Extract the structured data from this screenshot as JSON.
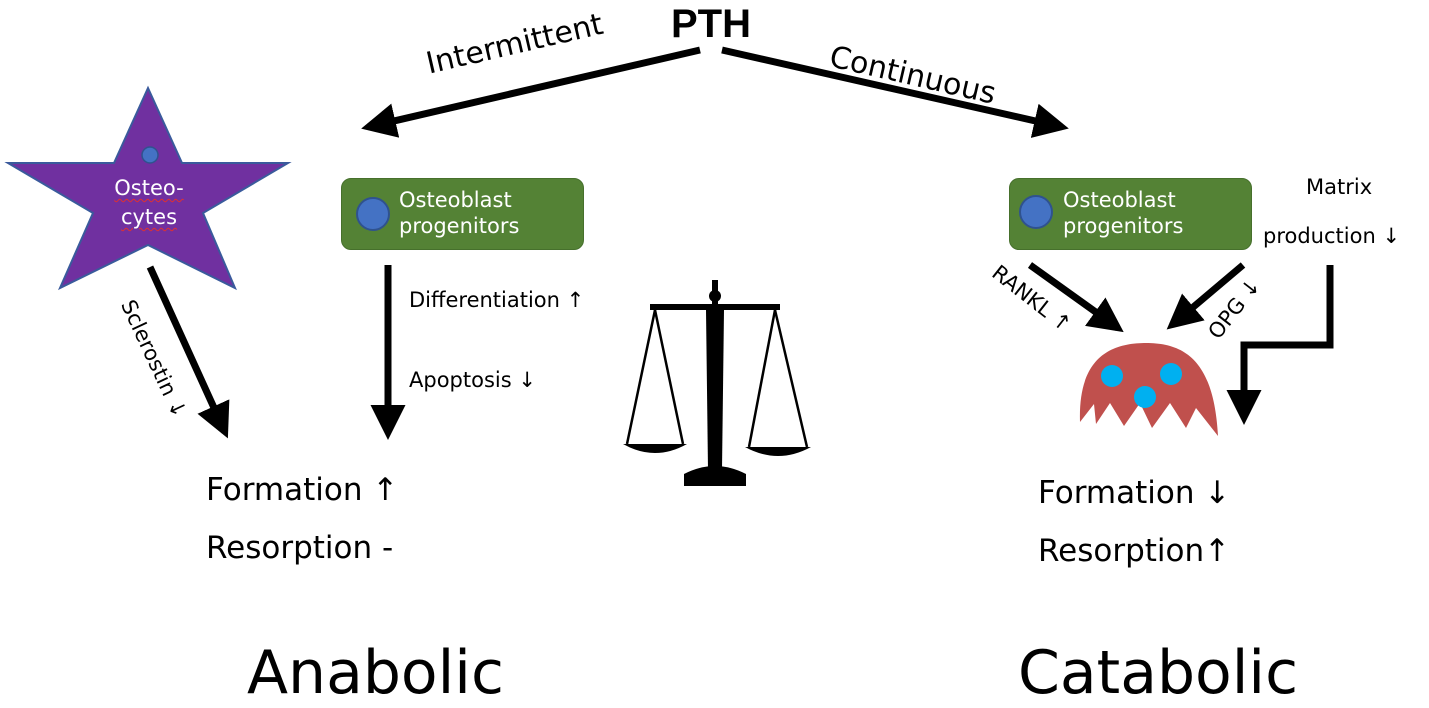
{
  "title": "PTH",
  "branches": {
    "left": "Intermittent",
    "right": "Continuous"
  },
  "left": {
    "osteocytes_line1": "Osteo-",
    "osteocytes_line2": "cytes",
    "progenitor_line1": "Osteoblast",
    "progenitor_line2": "progenitors",
    "sclerostin": "Sclerostin ↓",
    "differentiation": "Differentiation ↑",
    "apoptosis": "Apoptosis ↓",
    "formation": "Formation ↑",
    "resorption": "Resorption -",
    "outcome": "Anabolic"
  },
  "right": {
    "progenitor_line1": "Osteoblast",
    "progenitor_line2": "progenitors",
    "matrix_line1": "Matrix",
    "matrix_line2": "production ↓",
    "rankl": "RANKL ↑",
    "opg": "OPG ↓",
    "formation": "Formation ↓",
    "resorption": "Resorption↑",
    "outcome": "Catabolic"
  },
  "colors": {
    "progenitor_box": "#548235",
    "nucleus": "#4472c4",
    "osteocyte_star": "#7030a0",
    "osteoclast": "#c0504d",
    "osteoclast_nuclei": "#00b0f0"
  },
  "icons": [
    "balance-scale-icon"
  ]
}
